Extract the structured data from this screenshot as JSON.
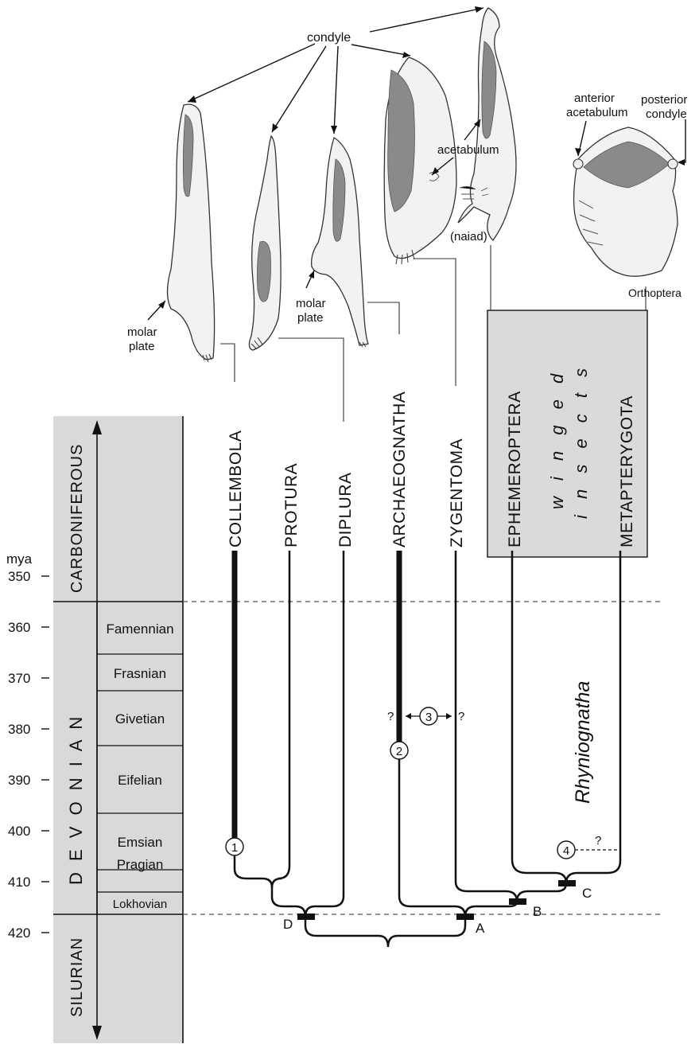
{
  "time_axis": {
    "unit": "mya",
    "ticks": [
      "350",
      "360",
      "370",
      "380",
      "390",
      "400",
      "410",
      "420"
    ]
  },
  "periods": [
    "CARBONIFEROUS",
    "D E V O N I A N",
    "SILURIAN"
  ],
  "stages": [
    "Famennian",
    "Frasnian",
    "Givetian",
    "Eifelian",
    "Emsian",
    "Pragian",
    "Lokhovian"
  ],
  "taxa": [
    "COLLEMBOLA",
    "PROTURA",
    "DIPLURA",
    "ARCHAEOGNATHA",
    "ZYGENTOMA",
    "EPHEMEROPTERA",
    "METAPTERYGOTA"
  ],
  "winged_box": {
    "line1": "w i n g e d",
    "line2": "i n s e c t s"
  },
  "clade_label": "Rhyniognatha",
  "nodes": {
    "a": "A",
    "b": "B",
    "c": "C",
    "d": "D"
  },
  "events": {
    "e1": "1",
    "e2": "2",
    "e3": "3",
    "e4": "4",
    "q": "?"
  },
  "annotations": {
    "condyle": "condyle",
    "acetabulum": "acetabulum",
    "naiad": "(naiad)",
    "anterior_acetabulum_1": "anterior",
    "anterior_acetabulum_2": "acetabulum",
    "posterior_condyle_1": "posterior",
    "posterior_condyle_2": "condyle",
    "molar_plate_1": "molar",
    "molar_plate_2": "plate",
    "orthoptera": "Orthoptera"
  }
}
